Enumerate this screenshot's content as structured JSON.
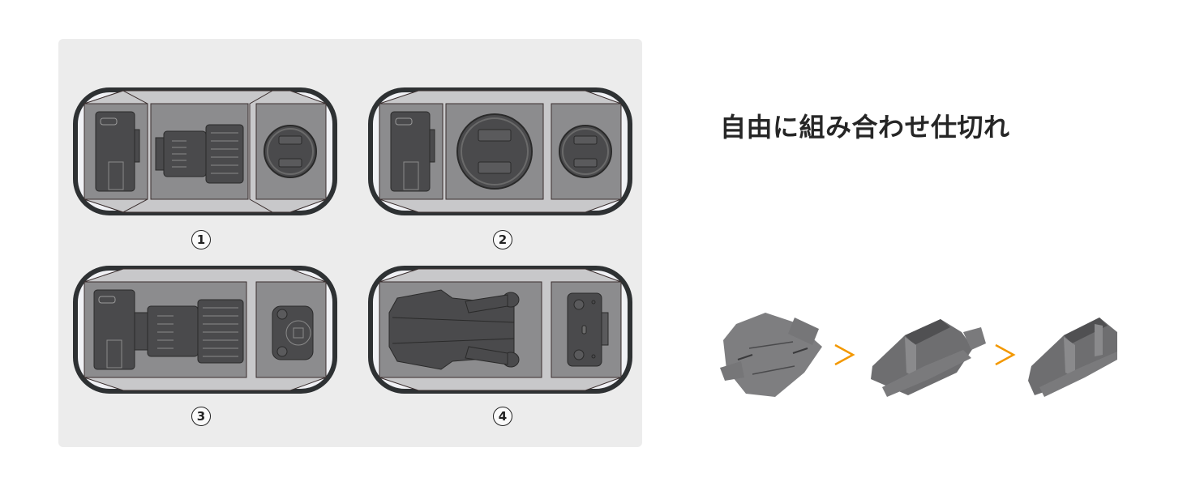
{
  "heading": {
    "title": "自由に組み合わせ仕切れ"
  },
  "layouts": [
    {
      "number": "1",
      "label": "①",
      "contents": [
        "camera-body",
        "zoom-lens",
        "lens-cap-small"
      ]
    },
    {
      "number": "2",
      "label": "②",
      "contents": [
        "camera-body",
        "lens-cap-large",
        "lens-cap-small"
      ]
    },
    {
      "number": "3",
      "label": "③",
      "contents": [
        "camera-with-long-lens",
        "quick-release-plate"
      ]
    },
    {
      "number": "4",
      "label": "④",
      "contents": [
        "folded-drone",
        "drone-remote-controller"
      ]
    }
  ],
  "assembly_steps": [
    {
      "step": "flat-divider-sheet"
    },
    {
      "step": "partially-folded-divider"
    },
    {
      "step": "fully-assembled-divider"
    }
  ],
  "colors": {
    "panel_bg": "#ececec",
    "tray_border": "#2e3133",
    "tray_inner": "#f0f1f5",
    "wall": "#c8c8ca",
    "compartment": "#8c8c8e",
    "item": "#4a4a4c",
    "arrow": "#f39800"
  }
}
